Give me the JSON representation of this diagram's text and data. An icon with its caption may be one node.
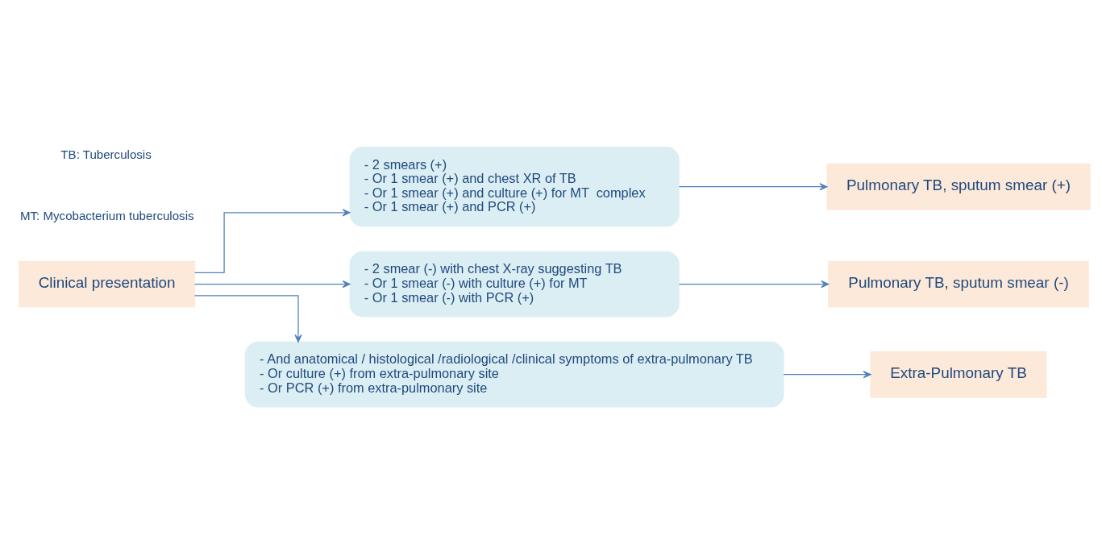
{
  "diagram": {
    "nodes": [
      {
        "text": [
          "Clinical presentation"
        ]
      },
      {
        "text": [
          "- 2 smears (+)",
          "- Or 1 smear (+) and chest XR of TB",
          "- Or 1 smear (+) and culture (+) for MT  complex",
          "- Or 1 smear (+) and PCR (+)"
        ]
      },
      {
        "text": [
          "Pulmonary TB, sputum smear (+)"
        ]
      },
      {
        "text": [
          "- 2 smear (-) with chest X-ray suggesting TB",
          "- Or 1 smear (-) with culture (+) for MT",
          "- Or 1 smear (-) with PCR (+)"
        ]
      },
      {
        "text": [
          "Pulmonary TB, sputum smear (-)"
        ]
      },
      {
        "text": [
          "- And anatomical / histological /radiological /clinical symptoms of extra-pulmonary TB",
          "- Or culture (+) from extra-pulmonary site",
          "- Or PCR (+) from extra-pulmonary site"
        ]
      },
      {
        "text": [
          "Extra-Pulmonary TB"
        ]
      }
    ],
    "edges": [
      {
        "from": 0,
        "to": 1,
        "arrow": "to"
      },
      {
        "from": 0,
        "to": 3,
        "arrow": "to"
      },
      {
        "from": 0,
        "to": 5,
        "arrow": "to"
      },
      {
        "from": 1,
        "to": 2,
        "arrow": "to"
      },
      {
        "from": 3,
        "to": 4,
        "arrow": "to"
      },
      {
        "from": 5,
        "to": 6,
        "arrow": "to"
      }
    ],
    "labels": [
      "MT: Mycobacterium tuberculosis",
      "TB: Tuberculosis"
    ]
  }
}
